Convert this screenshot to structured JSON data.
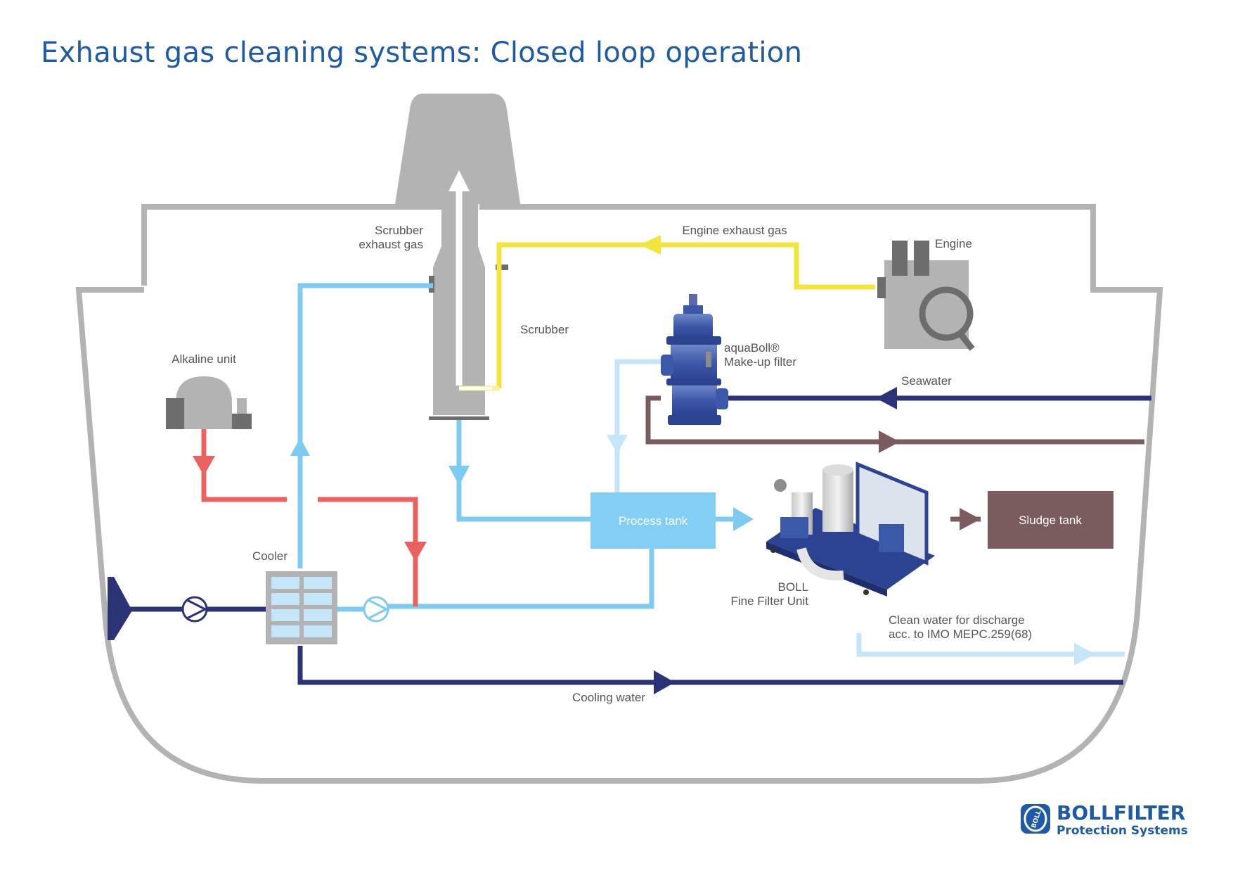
{
  "title": "Exhaust gas cleaning systems: Closed loop operation",
  "labels": {
    "scrubber_exhaust_line1": "Scrubber",
    "scrubber_exhaust_line2": "exhaust gas",
    "engine_exhaust_gas": "Engine exhaust gas",
    "engine": "Engine",
    "scrubber": "Scrubber",
    "aquaboll_line1": "aquaBoll®",
    "aquaboll_line2": "Make-up filter",
    "seawater": "Seawater",
    "alkaline_unit": "Alkaline unit",
    "process_tank": "Process tank",
    "sludge_tank": "Sludge tank",
    "cooler": "Cooler",
    "fine_filter_line1": "BOLL",
    "fine_filter_line2": "Fine Filter Unit",
    "clean_water_line1": "Clean water for discharge",
    "clean_water_line2": "acc. to IMO MEPC.259(68)",
    "cooling_water": "Cooling water"
  },
  "logo": {
    "brand": "BOLLFILTER",
    "tagline": "Protection Systems",
    "emblem_text": "BOLL"
  },
  "colors": {
    "title": "#1f5aa6",
    "hull": "#b3b3b3",
    "exhaust_yellow": "#f2e53c",
    "circulation_light_blue": "#7ecbf2",
    "makeup_pale_blue": "#c5e6f8",
    "seawater_navy": "#2c3276",
    "alkaline_red": "#e9625e",
    "sludge_brown": "#7a5c5f",
    "process_tank_fill": "#82cef4"
  }
}
